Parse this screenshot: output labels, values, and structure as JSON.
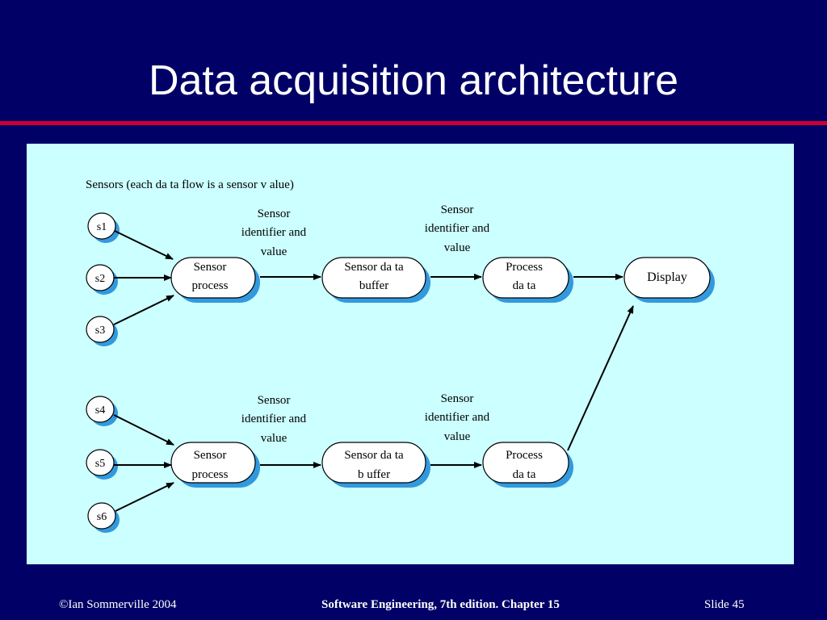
{
  "slide": {
    "title": "Data acquisition architecture"
  },
  "diagram": {
    "sensors_caption": "Sensors (each da    ta flow is a sensor v    alue)",
    "sensors": [
      "s1",
      "s2",
      "s3",
      "s4",
      "s5",
      "s6"
    ],
    "flow_label_lines": [
      "Sensor",
      "identifier and",
      "value"
    ],
    "nodes": {
      "sensor_process": [
        "Sensor",
        "process"
      ],
      "sensor_data_buffer_top": [
        "Sensor da   ta",
        "buffer"
      ],
      "sensor_data_buffer_bottom": [
        "Sensor da   ta",
        "b uffer"
      ],
      "process_data_top": [
        "Process",
        "da ta"
      ],
      "process_data_bottom": [
        "Process",
        "da ta"
      ],
      "display": [
        "Display"
      ]
    },
    "colors": {
      "panel": "#ccffff",
      "node_fill": "#ffffff",
      "node_shadow": "#3399dd",
      "stroke": "#000000"
    }
  },
  "footer": {
    "copyright": "©Ian Sommerville 2004",
    "book": "Software Engineering, 7th edition. Chapter 15",
    "slide_label": "Slide  45"
  }
}
